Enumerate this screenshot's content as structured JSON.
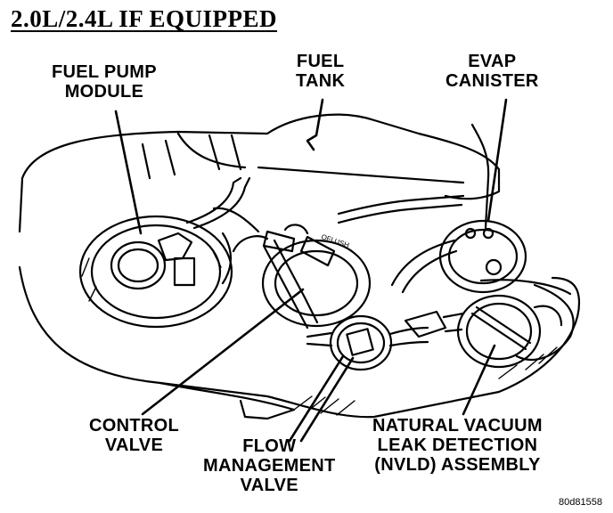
{
  "title": "2.0L/2.4L IF EQUIPPED",
  "labels": {
    "fuel_pump_module": [
      "FUEL PUMP",
      "MODULE"
    ],
    "fuel_tank": [
      "FUEL",
      "TANK"
    ],
    "evap_canister": [
      "EVAP",
      "CANISTER"
    ],
    "control_valve": [
      "CONTROL",
      "VALVE"
    ],
    "flow_management_valve": [
      "FLOW",
      "MANAGEMENT",
      "VALVE"
    ],
    "nvld_assembly": [
      "NATURAL VACUUM",
      "LEAK DETECTION",
      "(NVLD) ASSEMBLY"
    ]
  },
  "part_embossing": "OFLUSH",
  "figure_code": "80d81558"
}
